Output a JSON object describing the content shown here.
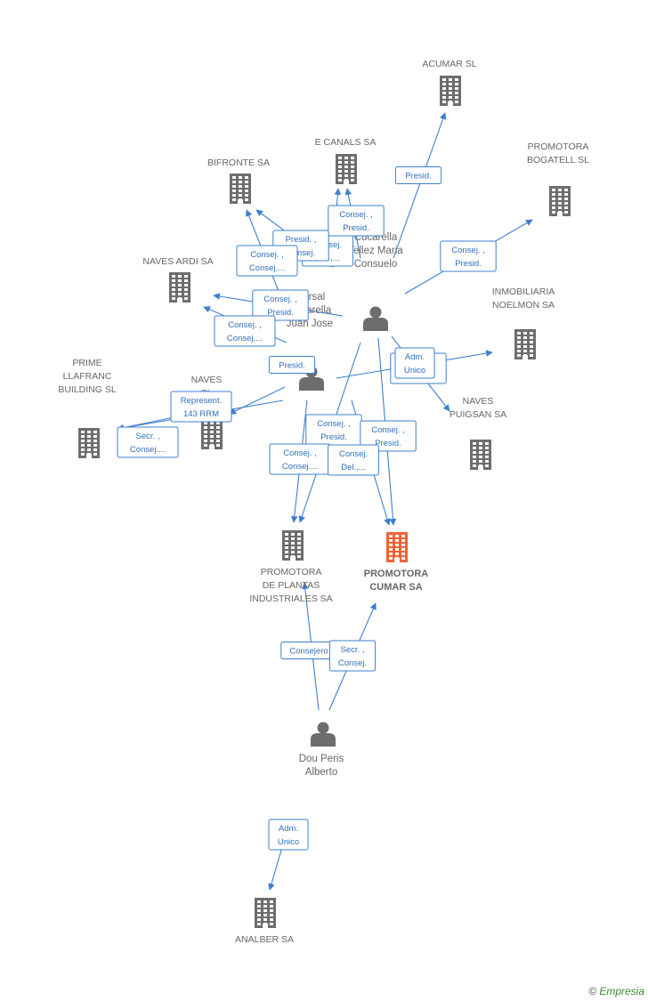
{
  "nodes": [
    {
      "id": "acumar",
      "type": "company",
      "label": [
        "ACUMAR SL"
      ]
    },
    {
      "id": "ecanals",
      "type": "company",
      "label": [
        "E CANALS SA"
      ]
    },
    {
      "id": "bifronte",
      "type": "company",
      "label": [
        "BIFRONTE SA"
      ]
    },
    {
      "id": "bogatell",
      "type": "company",
      "label": [
        "PROMOTORA",
        "BOGATELL SL"
      ]
    },
    {
      "id": "navesardi",
      "type": "company",
      "label": [
        "NAVES ARDI SA"
      ]
    },
    {
      "id": "noelmon",
      "type": "company",
      "label": [
        "INMOBILIARIA",
        "NOELMON SA"
      ]
    },
    {
      "id": "prime",
      "type": "company",
      "label": [
        "PRIME",
        "LLAFRANC",
        "BUILDING  SL"
      ]
    },
    {
      "id": "navesx",
      "type": "company",
      "label": [
        "NAVES",
        "SL"
      ]
    },
    {
      "id": "puigsan",
      "type": "company",
      "label": [
        "NAVES",
        "PUIGSAN SA"
      ]
    },
    {
      "id": "plantas",
      "type": "company",
      "label": [
        "PROMOTORA",
        "DE PLANTAS",
        "INDUSTRIALES SA"
      ]
    },
    {
      "id": "cumar",
      "type": "company",
      "main": true,
      "label": [
        "PROMOTORA",
        "CUMAR SA"
      ]
    },
    {
      "id": "analber",
      "type": "company",
      "label": [
        "ANALBER SA"
      ]
    },
    {
      "id": "consuelo",
      "type": "person",
      "label": [
        "Cucarella",
        "Tellez Maria",
        "Consuelo"
      ]
    },
    {
      "id": "juanjose",
      "type": "person",
      "label": [
        "Marsal",
        "Cucarella",
        "Juan Jose"
      ]
    },
    {
      "id": "alberto",
      "type": "person",
      "label": [
        "Dou Peris",
        "Alberto"
      ]
    }
  ],
  "edges": [
    {
      "from": "consuelo",
      "to": "acumar",
      "label": [
        "Presid."
      ]
    },
    {
      "from": "consuelo",
      "to": "bogatell",
      "label": [
        "Consej. ,",
        "Presid."
      ]
    },
    {
      "from": "consuelo",
      "to": "ecanals",
      "label": [
        "Consej. ,",
        "Presid."
      ]
    },
    {
      "from": "consuelo",
      "to": "ecanals",
      "label": [
        "Consej.",
        "Del.,..."
      ]
    },
    {
      "from": "consuelo",
      "to": "bifronte",
      "label": [
        "Presid. ,",
        "Consej."
      ]
    },
    {
      "from": "consuelo",
      "to": "navesardi",
      "label": [
        "Consej. ,",
        "Presid."
      ]
    },
    {
      "from": "consuelo",
      "to": "puigsan",
      "label": [
        "Consej. ,",
        "Presid."
      ]
    },
    {
      "from": "consuelo",
      "to": "plantas",
      "label": [
        "Consej. ,",
        "Presid."
      ]
    },
    {
      "from": "consuelo",
      "to": "cumar",
      "label": [
        "Consej. ,",
        "Presid."
      ]
    },
    {
      "from": "juanjose",
      "to": "bifronte",
      "label": [
        "Consej. ,",
        "Consej...."
      ]
    },
    {
      "from": "juanjose",
      "to": "navesardi",
      "label": [
        "Consej. ,",
        "Consej...."
      ]
    },
    {
      "from": "juanjose",
      "to": "noelmon",
      "label": [
        "Adm.",
        "Unico"
      ]
    },
    {
      "from": "juanjose",
      "to": "navesx",
      "label": [
        "Presid."
      ]
    },
    {
      "from": "juanjose",
      "to": "prime",
      "label": [
        "Secr. ,",
        "Consej...."
      ]
    },
    {
      "from": "juanjose",
      "to": "plantas",
      "label": [
        "Consej. ,",
        "Consej...."
      ]
    },
    {
      "from": "juanjose",
      "to": "cumar",
      "label": [
        "Consej.",
        "Del.,..."
      ]
    },
    {
      "from": "navesx",
      "to": "prime",
      "label": [
        "Represent.",
        "143 RRM"
      ]
    },
    {
      "from": "alberto",
      "to": "plantas",
      "label": [
        "Consejero"
      ]
    },
    {
      "from": "alberto",
      "to": "cumar",
      "label": [
        "Secr. ,",
        "Consej."
      ]
    },
    {
      "from": "alberto",
      "to": "analber",
      "label": [
        "Adm.",
        "Unico"
      ]
    }
  ],
  "colors": {
    "company": "#6d6d6d",
    "main_company": "#f0623a",
    "person": "#6d6d6d",
    "edge": "#3d7fd0"
  },
  "icons": {
    "company": "building-icon",
    "person": "person-icon"
  },
  "footer": {
    "copyright": "©",
    "brand": "Empresia"
  }
}
